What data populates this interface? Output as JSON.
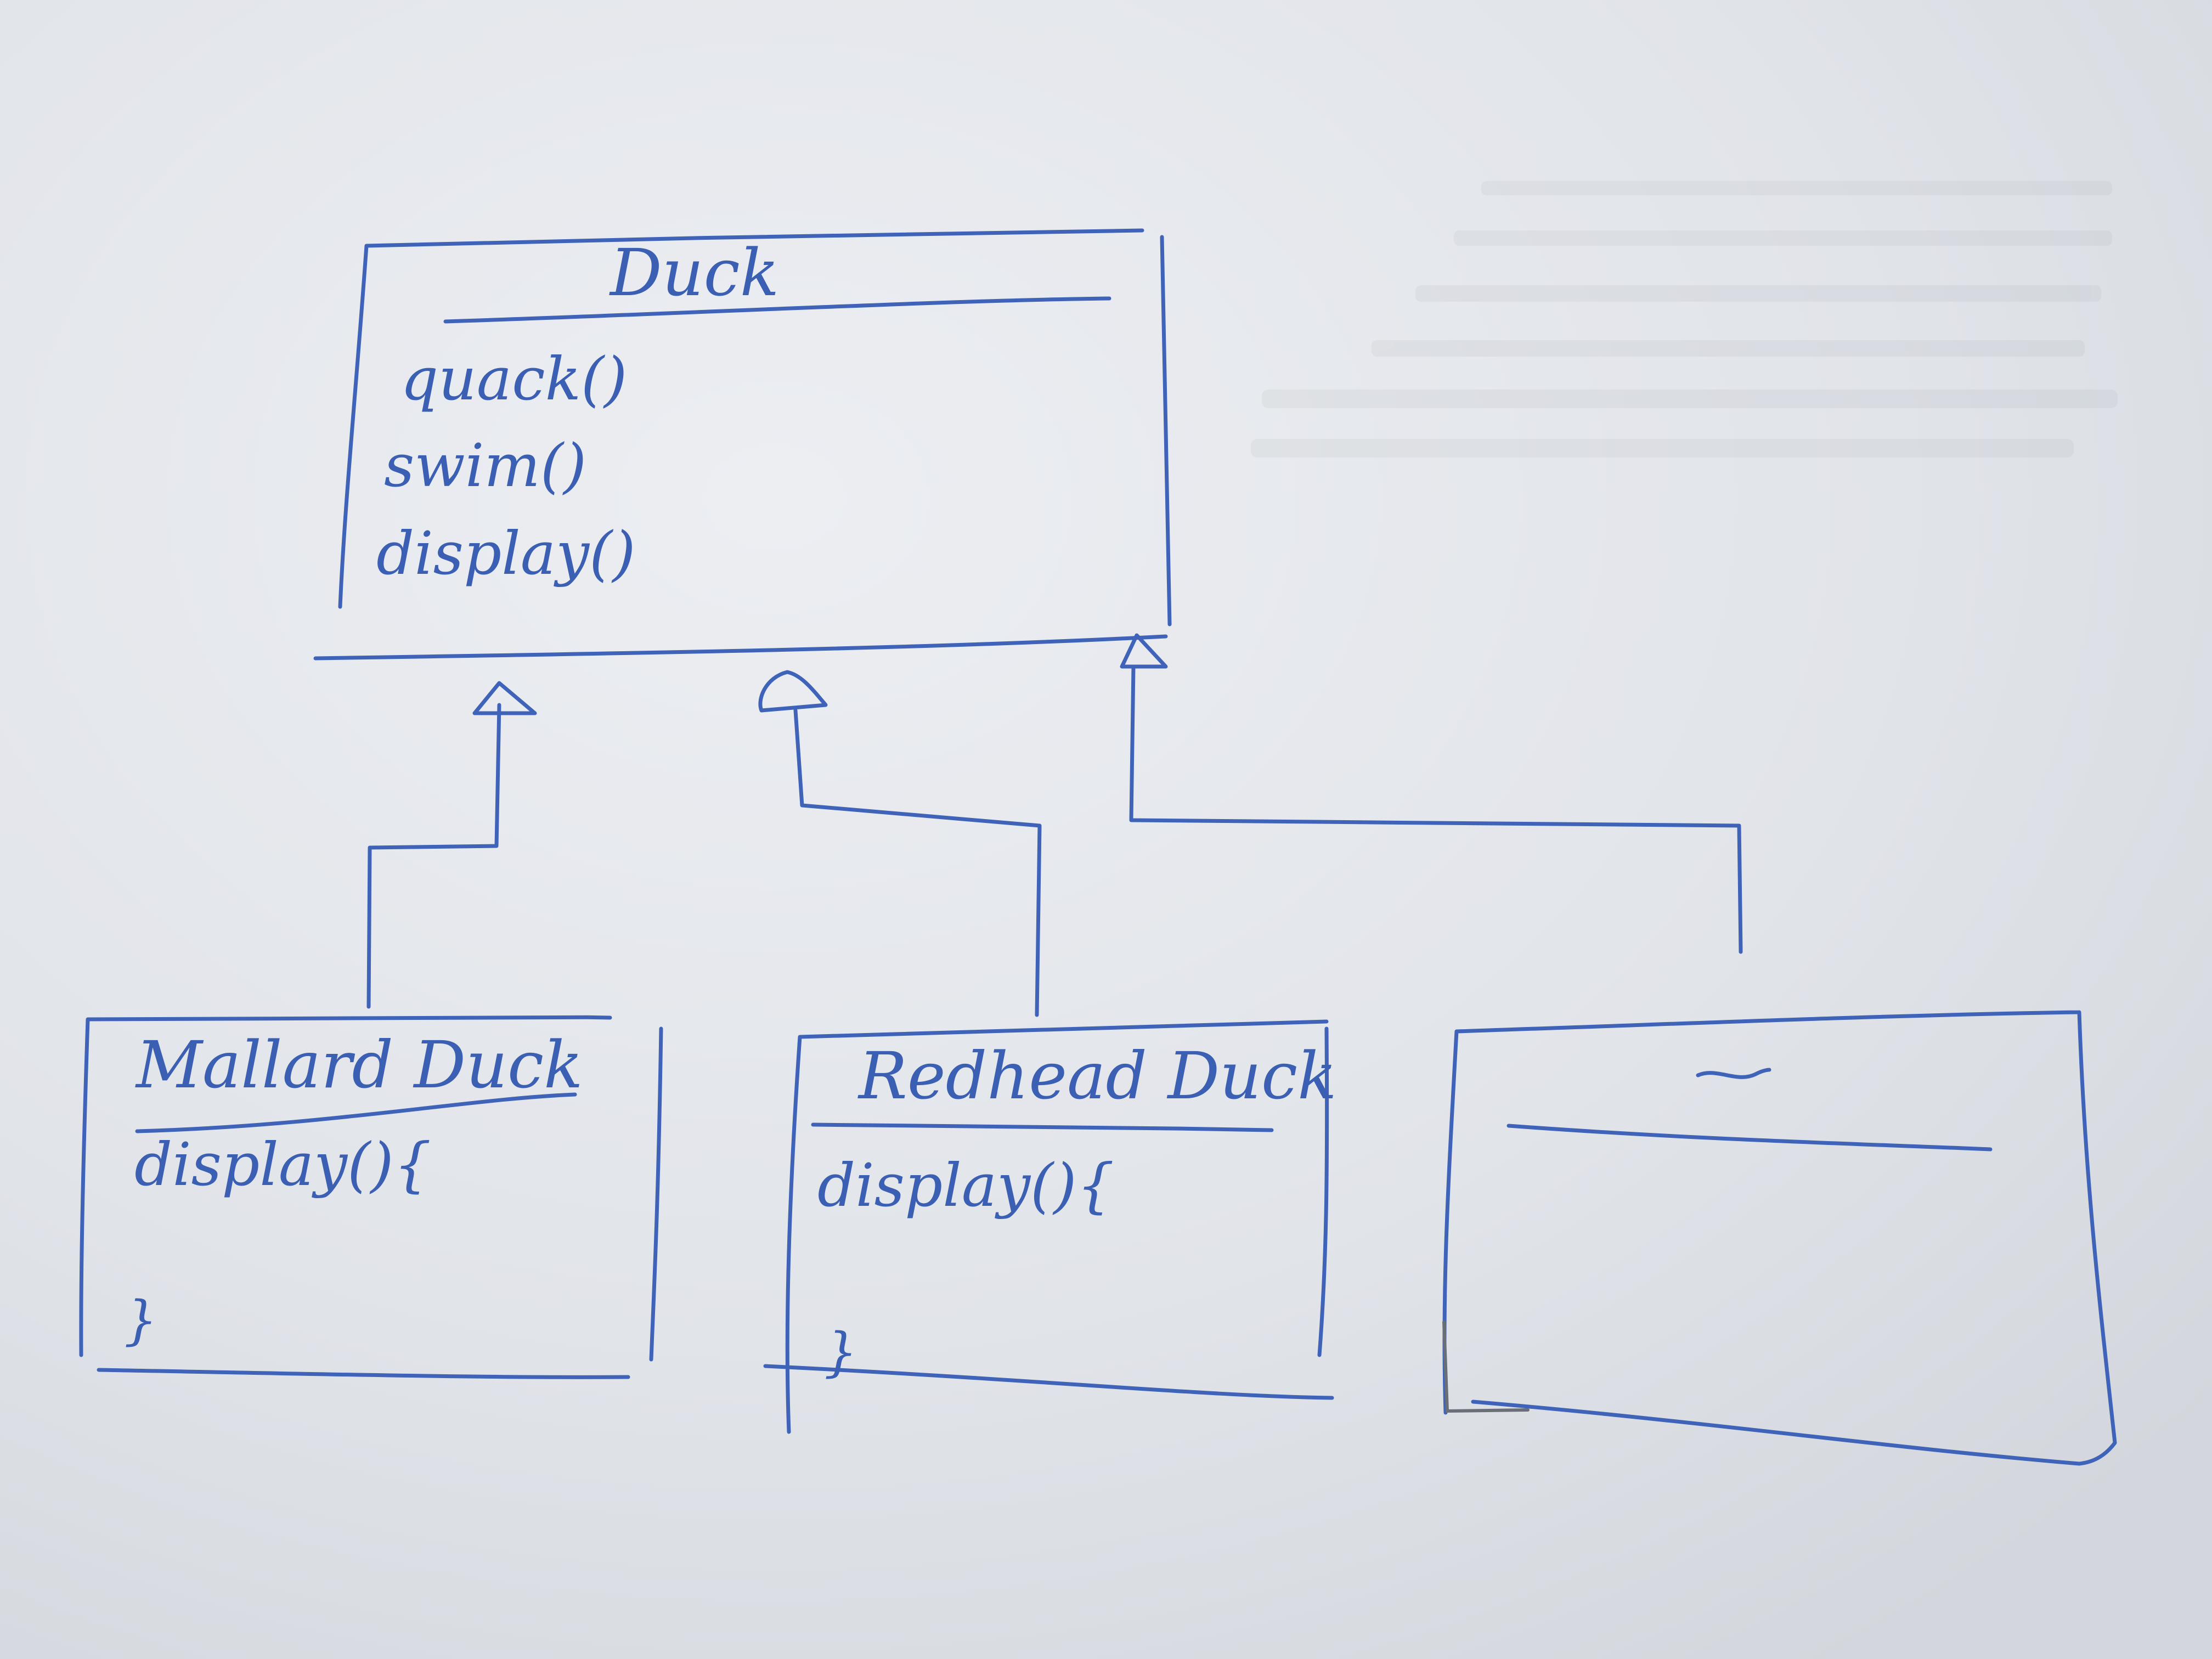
{
  "diagram": {
    "superclass": {
      "name": "Duck",
      "methods": [
        "quack()",
        "swim()",
        "display()"
      ]
    },
    "subclasses": [
      {
        "name": "Mallard Duck",
        "method": "display(){",
        "closing": "}"
      },
      {
        "name": "Redhead Duck",
        "method": "display(){",
        "closing": "}"
      },
      {
        "name": "~"
      }
    ],
    "colors": {
      "paper": "#e3e6ea",
      "ink": "#3f63b8"
    }
  }
}
